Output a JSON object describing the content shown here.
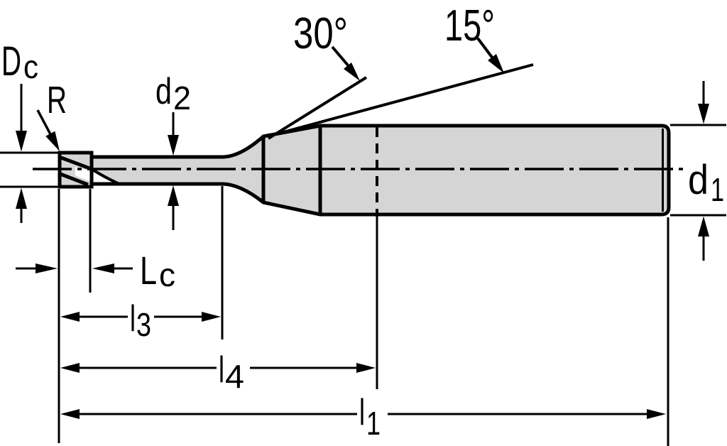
{
  "drawing": {
    "title": "End mill tool dimension drawing",
    "labels": {
      "dc": {
        "main": "D",
        "sub": "c"
      },
      "r": {
        "main": "R"
      },
      "d2": {
        "main": "d",
        "sub": "2"
      },
      "angle30": {
        "text": "30°"
      },
      "angle15": {
        "text": "15°"
      },
      "d1": {
        "main": "d",
        "sub": "1"
      },
      "lc": {
        "main": "L",
        "sub": "c"
      },
      "l3": {
        "main": "l",
        "sub": "3"
      },
      "l4": {
        "main": "l",
        "sub": "4"
      },
      "l1": {
        "main": "l",
        "sub": "1"
      }
    },
    "colors": {
      "body_fill": "#d5d5d5",
      "line": "#000000",
      "background": "#ffffff"
    }
  }
}
